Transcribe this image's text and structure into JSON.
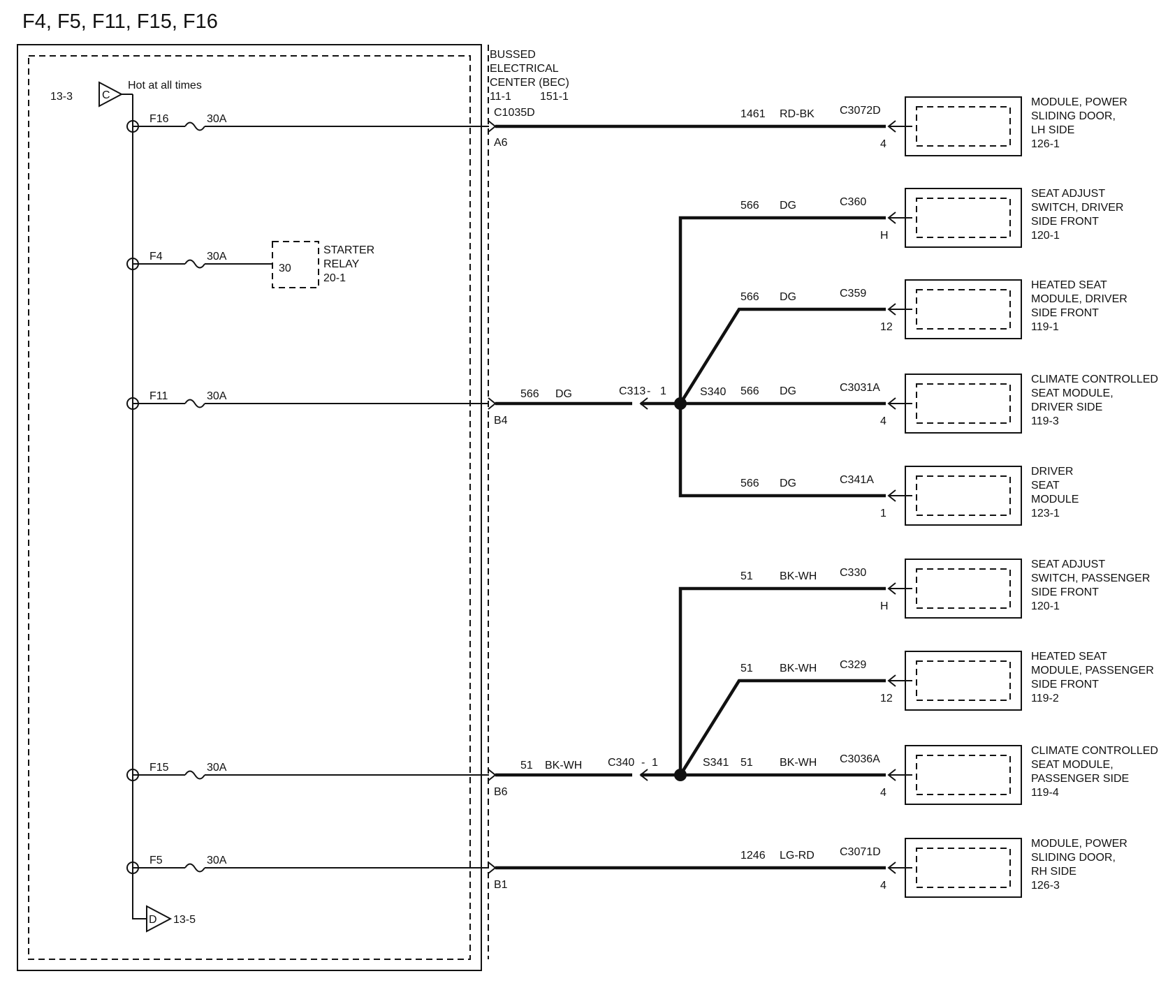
{
  "title": "F4, F5, F11, F15, F16",
  "bec": {
    "name_lines": [
      "BUSSED",
      "ELECTRICAL",
      "CENTER (BEC)"
    ],
    "ref_a": "11-1",
    "ref_b": "151-1",
    "in_ref": "13-3",
    "in_pin": "C",
    "hot_label": "Hot at all times",
    "out_ref": "13-5",
    "out_pin": "D",
    "bec_connector": "C1035D"
  },
  "fuses": [
    {
      "name": "F16",
      "rating": "30A",
      "pin": "A6"
    },
    {
      "name": "F4",
      "rating": "30A"
    },
    {
      "name": "F11",
      "rating": "30A",
      "pin": "B4"
    },
    {
      "name": "F15",
      "rating": "30A",
      "pin": "B6"
    },
    {
      "name": "F5",
      "rating": "30A",
      "pin": "B1"
    }
  ],
  "starter_relay": {
    "pin": "30",
    "lines": [
      "STARTER",
      "RELAY",
      "20-1"
    ]
  },
  "trunk_wires": [
    {
      "circuit": "566",
      "color": "DG",
      "connector": "C313",
      "pin": "1"
    },
    {
      "circuit": "51",
      "color": "BK-WH",
      "connector": "C340",
      "pin": "1"
    }
  ],
  "splices": [
    "S340",
    "S341"
  ],
  "branches": [
    {
      "circuit": "1461",
      "color": "RD-BK",
      "connector": "C3072D",
      "pin": "4",
      "module_lines": [
        "MODULE, POWER",
        "SLIDING DOOR,",
        "LH SIDE",
        "126-1"
      ]
    },
    {
      "circuit": "566",
      "color": "DG",
      "connector": "C360",
      "pin": "H",
      "module_lines": [
        "SEAT ADJUST",
        "SWITCH, DRIVER",
        "SIDE FRONT",
        "120-1"
      ]
    },
    {
      "circuit": "566",
      "color": "DG",
      "connector": "C359",
      "pin": "12",
      "module_lines": [
        "HEATED SEAT",
        "MODULE, DRIVER",
        "SIDE FRONT",
        "119-1"
      ]
    },
    {
      "circuit": "566",
      "color": "DG",
      "connector": "C3031A",
      "pin": "4",
      "module_lines": [
        "CLIMATE CONTROLLED",
        "SEAT MODULE,",
        "DRIVER SIDE",
        "119-3"
      ]
    },
    {
      "circuit": "566",
      "color": "DG",
      "connector": "C341A",
      "pin": "1",
      "module_lines": [
        "DRIVER",
        "SEAT",
        "MODULE",
        "123-1"
      ]
    },
    {
      "circuit": "51",
      "color": "BK-WH",
      "connector": "C330",
      "pin": "H",
      "module_lines": [
        "SEAT ADJUST",
        "SWITCH, PASSENGER",
        "SIDE FRONT",
        "120-1"
      ]
    },
    {
      "circuit": "51",
      "color": "BK-WH",
      "connector": "C329",
      "pin": "12",
      "module_lines": [
        "HEATED SEAT",
        "MODULE, PASSENGER",
        "SIDE FRONT",
        "119-2"
      ]
    },
    {
      "circuit": "51",
      "color": "BK-WH",
      "connector": "C3036A",
      "pin": "4",
      "module_lines": [
        "CLIMATE CONTROLLED",
        "SEAT MODULE,",
        "PASSENGER SIDE",
        "119-4"
      ]
    },
    {
      "circuit": "1246",
      "color": "LG-RD",
      "connector": "C3071D",
      "pin": "4",
      "module_lines": [
        "MODULE, POWER",
        "SLIDING DOOR,",
        "RH SIDE",
        "126-3"
      ]
    }
  ]
}
